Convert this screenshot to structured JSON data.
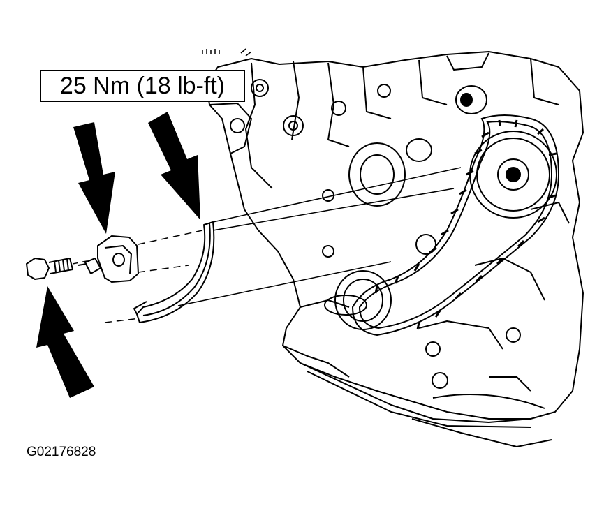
{
  "torque_callout": {
    "label": "25 Nm (18 lb-ft)"
  },
  "figure": {
    "id": "G02176828"
  },
  "parts": [
    {
      "name": "engine-block",
      "icon": "engine-block-drawing"
    },
    {
      "name": "timing-chain",
      "icon": "roller-chain-drawing"
    },
    {
      "name": "camshaft-sprocket",
      "icon": "sprocket-drawing"
    },
    {
      "name": "chain-guide",
      "icon": "curved-guide-drawing"
    },
    {
      "name": "chain-tensioner",
      "icon": "tensioner-drawing"
    },
    {
      "name": "bolt",
      "icon": "bolt-drawing"
    }
  ],
  "colors": {
    "ink": "#000000",
    "paper": "#ffffff"
  }
}
